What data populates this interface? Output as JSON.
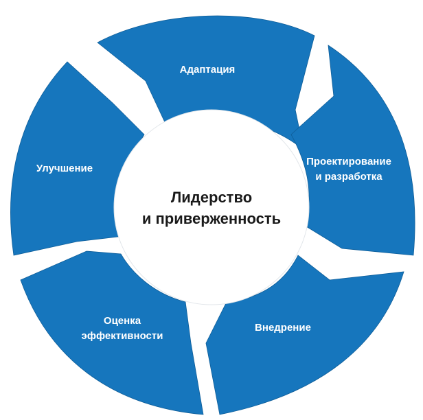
{
  "diagram": {
    "center": {
      "line1": "Лидерство",
      "line2": "и приверженность"
    },
    "segments": [
      {
        "id": "adaptation",
        "lines": [
          "Адаптация"
        ]
      },
      {
        "id": "design",
        "lines": [
          "Проектирование",
          "и разработка"
        ]
      },
      {
        "id": "implementation",
        "lines": [
          "Внедрение"
        ]
      },
      {
        "id": "evaluation",
        "lines": [
          "Оценка",
          "эффективности"
        ]
      },
      {
        "id": "improvement",
        "lines": [
          "Улучшение"
        ]
      }
    ],
    "colors": {
      "segment_fill": "#1676bd",
      "center_fill": "#ffffff",
      "center_text": "#1a1a1a",
      "segment_text": "#ffffff"
    }
  }
}
